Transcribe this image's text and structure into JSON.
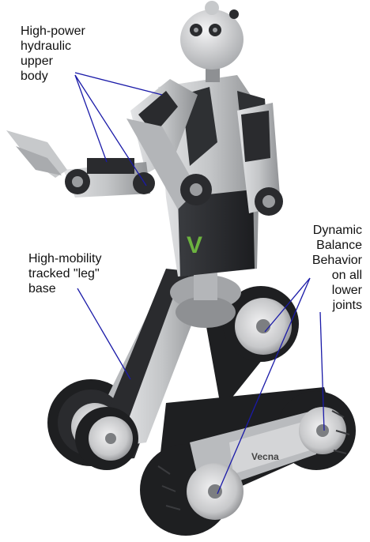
{
  "annotations": {
    "upper_body": {
      "lines": [
        "High-power",
        "hydraulic",
        "upper",
        "body"
      ]
    },
    "leg_base": {
      "lines": [
        "High-mobility",
        "tracked \"leg\"",
        "base"
      ]
    },
    "balance": {
      "lines": [
        "Dynamic",
        "Balance",
        "Behavior",
        "on all",
        "lower",
        "joints"
      ]
    }
  },
  "logo": {
    "chest_text": "V",
    "track_text": "Vecna"
  },
  "colors": {
    "leader_line": "#1a1aa8",
    "body_light": "#c9cbcd",
    "body_dark": "#2b2d30",
    "track": "#1e1f21",
    "logo_green": "#6cb33f"
  }
}
